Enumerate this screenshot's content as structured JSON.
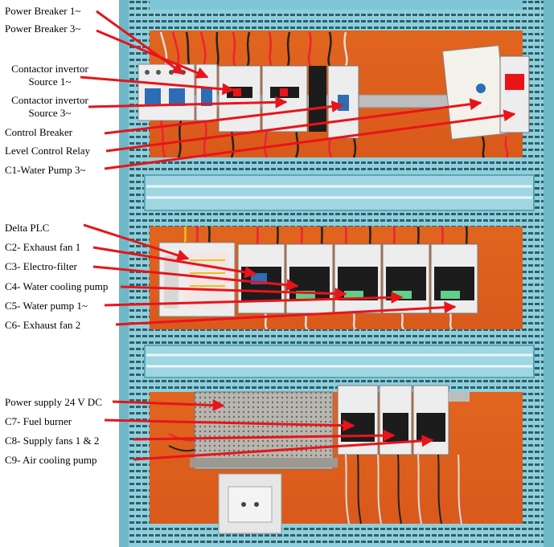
{
  "labels": {
    "power_breaker_1": "Power Breaker 1~",
    "power_breaker_3": "Power Breaker 3~",
    "contactor_inv_src1_line1": "Contactor invertor",
    "contactor_inv_src1_line2": "Source 1~",
    "contactor_inv_src3_line1": "Contactor invertor",
    "contactor_inv_src3_line2": "Source 3~",
    "control_breaker": "Control Breaker",
    "level_control_relay": "Level Control Relay",
    "c1_water_pump": "C1-Water Pump 3~",
    "delta_plc": "Delta PLC",
    "c2_exhaust_fan_1": "C2- Exhaust fan 1",
    "c3_electro_filter": "C3- Electro-filter",
    "c4_water_cooling_pump": "C4- Water cooling pump",
    "c5_water_pump_1": "C5- Water pump 1~",
    "c6_exhaust_fan_2": "C6- Exhaust fan 2",
    "power_supply_24v": "Power supply 24 V DC",
    "c7_fuel_burner": "C7- Fuel burner",
    "c8_supply_fans": "C8- Supply fans 1 & 2",
    "c9_air_cooling_pump": "C9- Air cooling pump"
  },
  "colors": {
    "backplate_orange": "#e0621c",
    "cabinet_blue": "#7fc6d6",
    "arrow_red": "#e8141a",
    "contactor_white": "#ededed",
    "contactor_black": "#1c1c1c",
    "breaker_blue": "#2c6db5"
  }
}
